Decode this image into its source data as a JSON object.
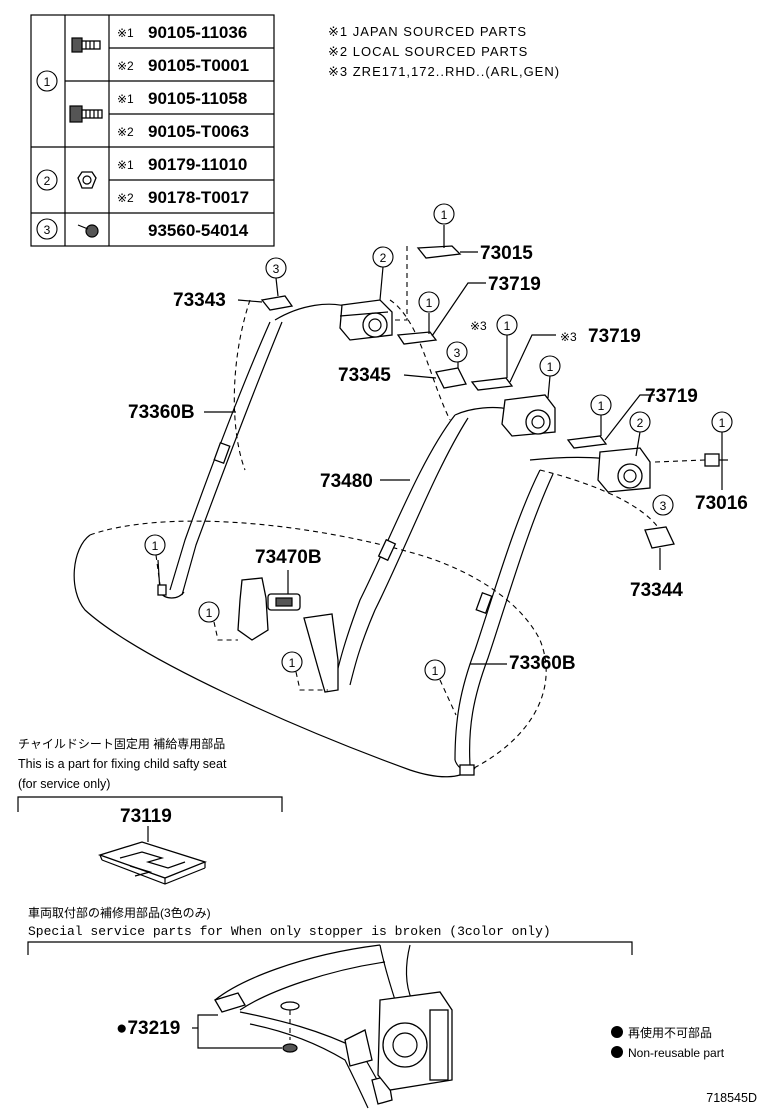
{
  "table": {
    "rows": [
      {
        "group": "1",
        "variant": "※1",
        "number": "90105-11036"
      },
      {
        "group": "1",
        "variant": "※2",
        "number": "90105-T0001"
      },
      {
        "group": "1",
        "variant": "※1",
        "number": "90105-11058"
      },
      {
        "group": "1",
        "variant": "※2",
        "number": "90105-T0063"
      },
      {
        "group": "2",
        "variant": "※1",
        "number": "90179-11010"
      },
      {
        "group": "2",
        "variant": "※2",
        "number": "90178-T0017"
      },
      {
        "group": "3",
        "variant": "",
        "number": "93560-54014"
      }
    ],
    "groups": [
      "1",
      "2",
      "3"
    ]
  },
  "notes": [
    "※1  JAPAN  SOURCED  PARTS",
    "※2  LOCAL  SOURCED  PARTS",
    "※3  ZRE171,172..RHD..(ARL,GEN)"
  ],
  "callouts": {
    "p73015": "73015",
    "p73719a": "73719",
    "p73719b": "73719",
    "p73719c": "73719",
    "p73343": "73343",
    "p73345": "73345",
    "p73360b_left": "73360B",
    "p73360b_right": "73360B",
    "p73480": "73480",
    "p73470b": "73470B",
    "p73016": "73016",
    "p73344": "73344",
    "p73119": "73119",
    "p73219": "●73219",
    "ref3": "※3"
  },
  "markers": {
    "m1": "1",
    "m2": "2",
    "m3": "3"
  },
  "child_seat": {
    "jp": "チャイルドシート固定用  補給専用部品",
    "en1": "This is a part for fixing child safty seat",
    "en2": "(for service only)"
  },
  "stopper": {
    "jp": "車両取付部の補修用部品(3色のみ)",
    "en": "Special   service   parts   for   When   only   stopper   is   broken   (3color   only)"
  },
  "legend": {
    "jp": "再使用不可部品",
    "en": "Non-reusable part"
  },
  "diagram_id": "718545D"
}
